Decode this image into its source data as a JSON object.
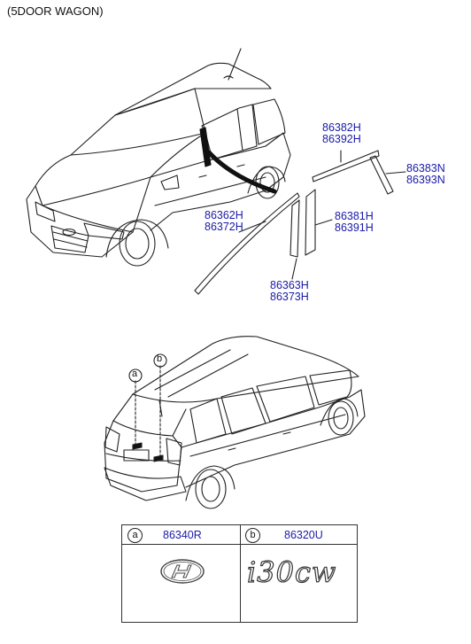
{
  "title": "(5DOOR WAGON)",
  "parts": {
    "p86382": "86382H",
    "p86392": "86392H",
    "p86383": "86383N",
    "p86393": "86393N",
    "p86362": "86362H",
    "p86372": "86372H",
    "p86381": "86381H",
    "p86391": "86391H",
    "p86363": "86363H",
    "p86373": "86373H"
  },
  "callouts": {
    "a": "a",
    "b": "b"
  },
  "legend": {
    "a_letter": "a",
    "a_part": "86340R",
    "b_letter": "b",
    "b_part": "86320U",
    "b_emblem_text": "i30cw"
  },
  "colors": {
    "part_number": "#1a1aa8",
    "line": "#222222"
  }
}
